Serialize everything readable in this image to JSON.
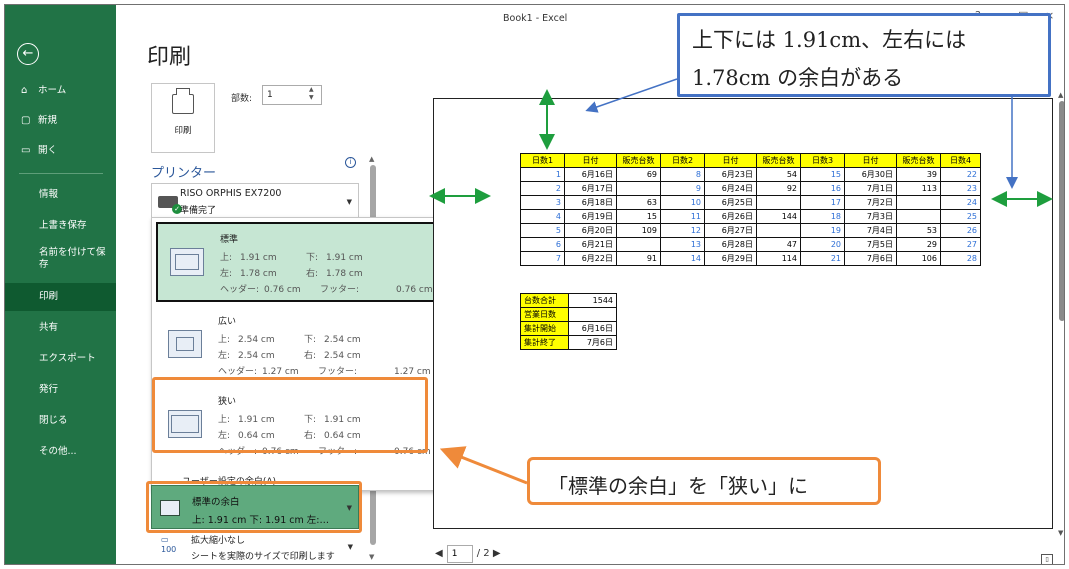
{
  "window": {
    "title": "Book1 - Excel",
    "controls": [
      "?",
      "—",
      "□",
      "×"
    ]
  },
  "sidebar": {
    "back_icon": "back-arrow-icon",
    "items": [
      {
        "label": "ホーム",
        "icon": "home-icon"
      },
      {
        "label": "新規",
        "icon": "new-document-icon"
      },
      {
        "label": "開く",
        "icon": "folder-open-icon"
      },
      {
        "label": "情報"
      },
      {
        "label": "上書き保存"
      },
      {
        "label": "名前を付けて保存"
      },
      {
        "label": "印刷"
      },
      {
        "label": "共有"
      },
      {
        "label": "エクスポート"
      },
      {
        "label": "発行"
      },
      {
        "label": "閉じる"
      },
      {
        "label": "その他..."
      }
    ],
    "selected_index": 6
  },
  "print": {
    "title": "印刷",
    "print_button": "印刷",
    "copies_label": "部数:",
    "copies_value": "1",
    "printer_heading": "プリンター",
    "printer_name": "RISO ORPHIS EX7200",
    "printer_status": "準備完了"
  },
  "margins_dropdown": {
    "options": [
      {
        "name": "標準",
        "top_label": "上:",
        "top": "1.91 cm",
        "bottom_label": "下:",
        "bottom": "1.91 cm",
        "left_label": "左:",
        "left": "1.78 cm",
        "right_label": "右:",
        "right": "1.78 cm",
        "header_label": "ヘッダー:",
        "header": "0.76 cm",
        "footer_label": "フッター:",
        "footer": "0.76 cm"
      },
      {
        "name": "広い",
        "top_label": "上:",
        "top": "2.54 cm",
        "bottom_label": "下:",
        "bottom": "2.54 cm",
        "left_label": "左:",
        "left": "2.54 cm",
        "right_label": "右:",
        "right": "2.54 cm",
        "header_label": "ヘッダー:",
        "header": "1.27 cm",
        "footer_label": "フッター:",
        "footer": "1.27 cm"
      },
      {
        "name": "狭い",
        "top_label": "上:",
        "top": "1.91 cm",
        "bottom_label": "下:",
        "bottom": "1.91 cm",
        "left_label": "左:",
        "left": "0.64 cm",
        "right_label": "右:",
        "right": "0.64 cm",
        "header_label": "ヘッダー:",
        "header": "0.76 cm",
        "footer_label": "フッター:",
        "footer": "0.76 cm"
      }
    ],
    "custom_link": "ユーザー設定の余白(A)...",
    "selected_index": 0
  },
  "margin_setting": {
    "title": "標準の余白",
    "detail": "上: 1.91 cm 下: 1.91 cm 左:…"
  },
  "scaling_setting": {
    "title": "拡大縮小なし",
    "detail": "シートを実際のサイズで印刷します",
    "icon_text": "100"
  },
  "pager": {
    "current": "1",
    "total": "/ 2"
  },
  "sheet": {
    "headers": [
      "日数1",
      "日付",
      "販売台数",
      "日数2",
      "日付",
      "販売台数",
      "日数3",
      "日付",
      "販売台数",
      "日数4"
    ],
    "rows": [
      [
        "1",
        "6月16日",
        "69",
        "8",
        "6月23日",
        "54",
        "15",
        "6月30日",
        "39",
        "22"
      ],
      [
        "2",
        "6月17日",
        "",
        "9",
        "6月24日",
        "92",
        "16",
        "7月1日",
        "113",
        "23"
      ],
      [
        "3",
        "6月18日",
        "63",
        "10",
        "6月25日",
        "",
        "17",
        "7月2日",
        "",
        "24"
      ],
      [
        "4",
        "6月19日",
        "15",
        "11",
        "6月26日",
        "144",
        "18",
        "7月3日",
        "",
        "25"
      ],
      [
        "5",
        "6月20日",
        "109",
        "12",
        "6月27日",
        "",
        "19",
        "7月4日",
        "53",
        "26"
      ],
      [
        "6",
        "6月21日",
        "",
        "13",
        "6月28日",
        "47",
        "20",
        "7月5日",
        "29",
        "27"
      ],
      [
        "7",
        "6月22日",
        "91",
        "14",
        "6月29日",
        "114",
        "21",
        "7月6日",
        "106",
        "28"
      ]
    ],
    "summary": [
      [
        "台数合計",
        "1544"
      ],
      [
        "営業日数",
        ""
      ],
      [
        "集計開始",
        "6月16日"
      ],
      [
        "集計終了",
        "7月6日"
      ]
    ]
  },
  "annotations": {
    "top_callout_line1": "上下には 1.91cm、左右には",
    "top_callout_line2": "1.78cm の余白がある",
    "bottom_callout": "「標準の余白」を「狭い」に",
    "blue_color": "#4472c4",
    "orange_color": "#ef8a3a",
    "green_arrow_color": "#1e9e3e"
  }
}
